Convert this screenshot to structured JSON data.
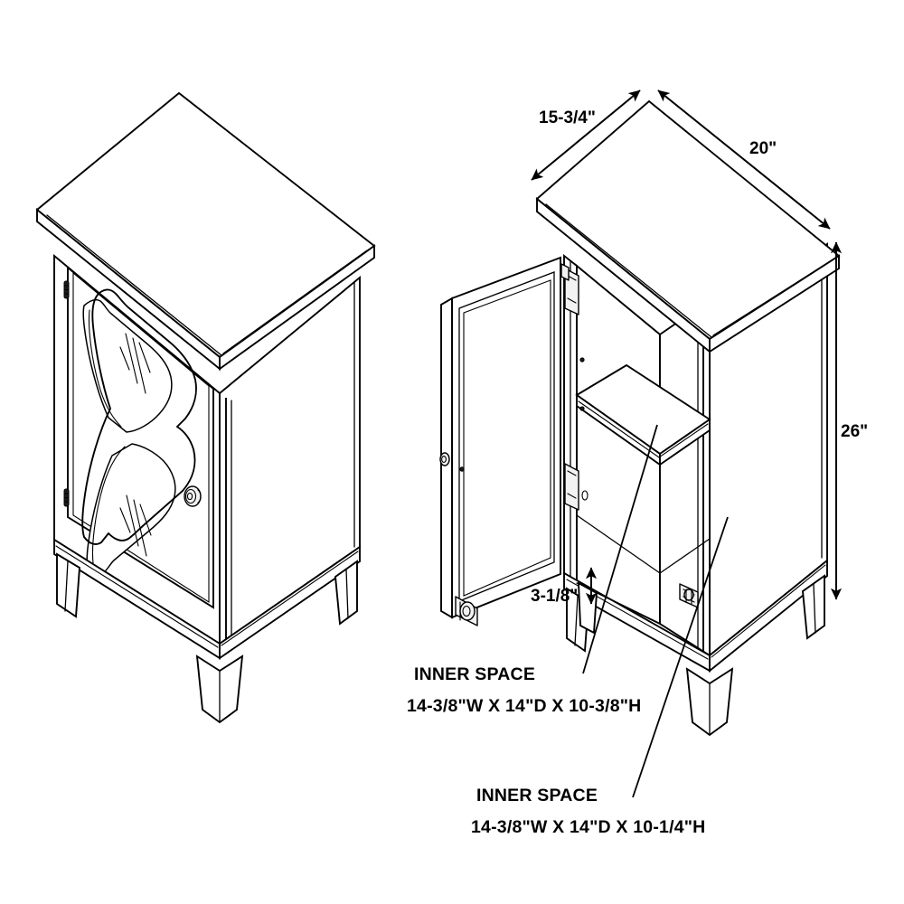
{
  "drawing": {
    "title": "Accent Cabinet Dimension Drawing",
    "line_color": "#000000",
    "background_color": "#ffffff",
    "views": [
      {
        "name": "closed-view",
        "label": "Cabinet with door closed (mirrored decorative glass panel)"
      },
      {
        "name": "open-view",
        "label": "Cabinet with door open showing interior shelf"
      }
    ]
  },
  "dimensions": {
    "depth": {
      "value": "15-3/4\"",
      "name": "depth-dimension",
      "arrow": "double"
    },
    "width": {
      "value": "20\"",
      "name": "width-dimension",
      "arrow": "double"
    },
    "height": {
      "value": "26\"",
      "name": "height-dimension",
      "arrow": "double"
    },
    "leg_clearance": {
      "value": "3-1/8\"",
      "name": "leg-clearance-dimension",
      "arrow": "double"
    }
  },
  "notes": {
    "upper": {
      "heading": "INNER SPACE",
      "detail": "14-3/8\"W X 14\"D X 10-3/8\"H"
    },
    "lower": {
      "heading": "INNER SPACE",
      "detail": "14-3/8\"W X 14\"D X 10-1/4\"H"
    }
  },
  "hardware": {
    "knob": "round-knob",
    "hinge": "barrel-hinge",
    "door_hinge_plate": "hinge-plate",
    "catch": "magnetic-catch"
  }
}
